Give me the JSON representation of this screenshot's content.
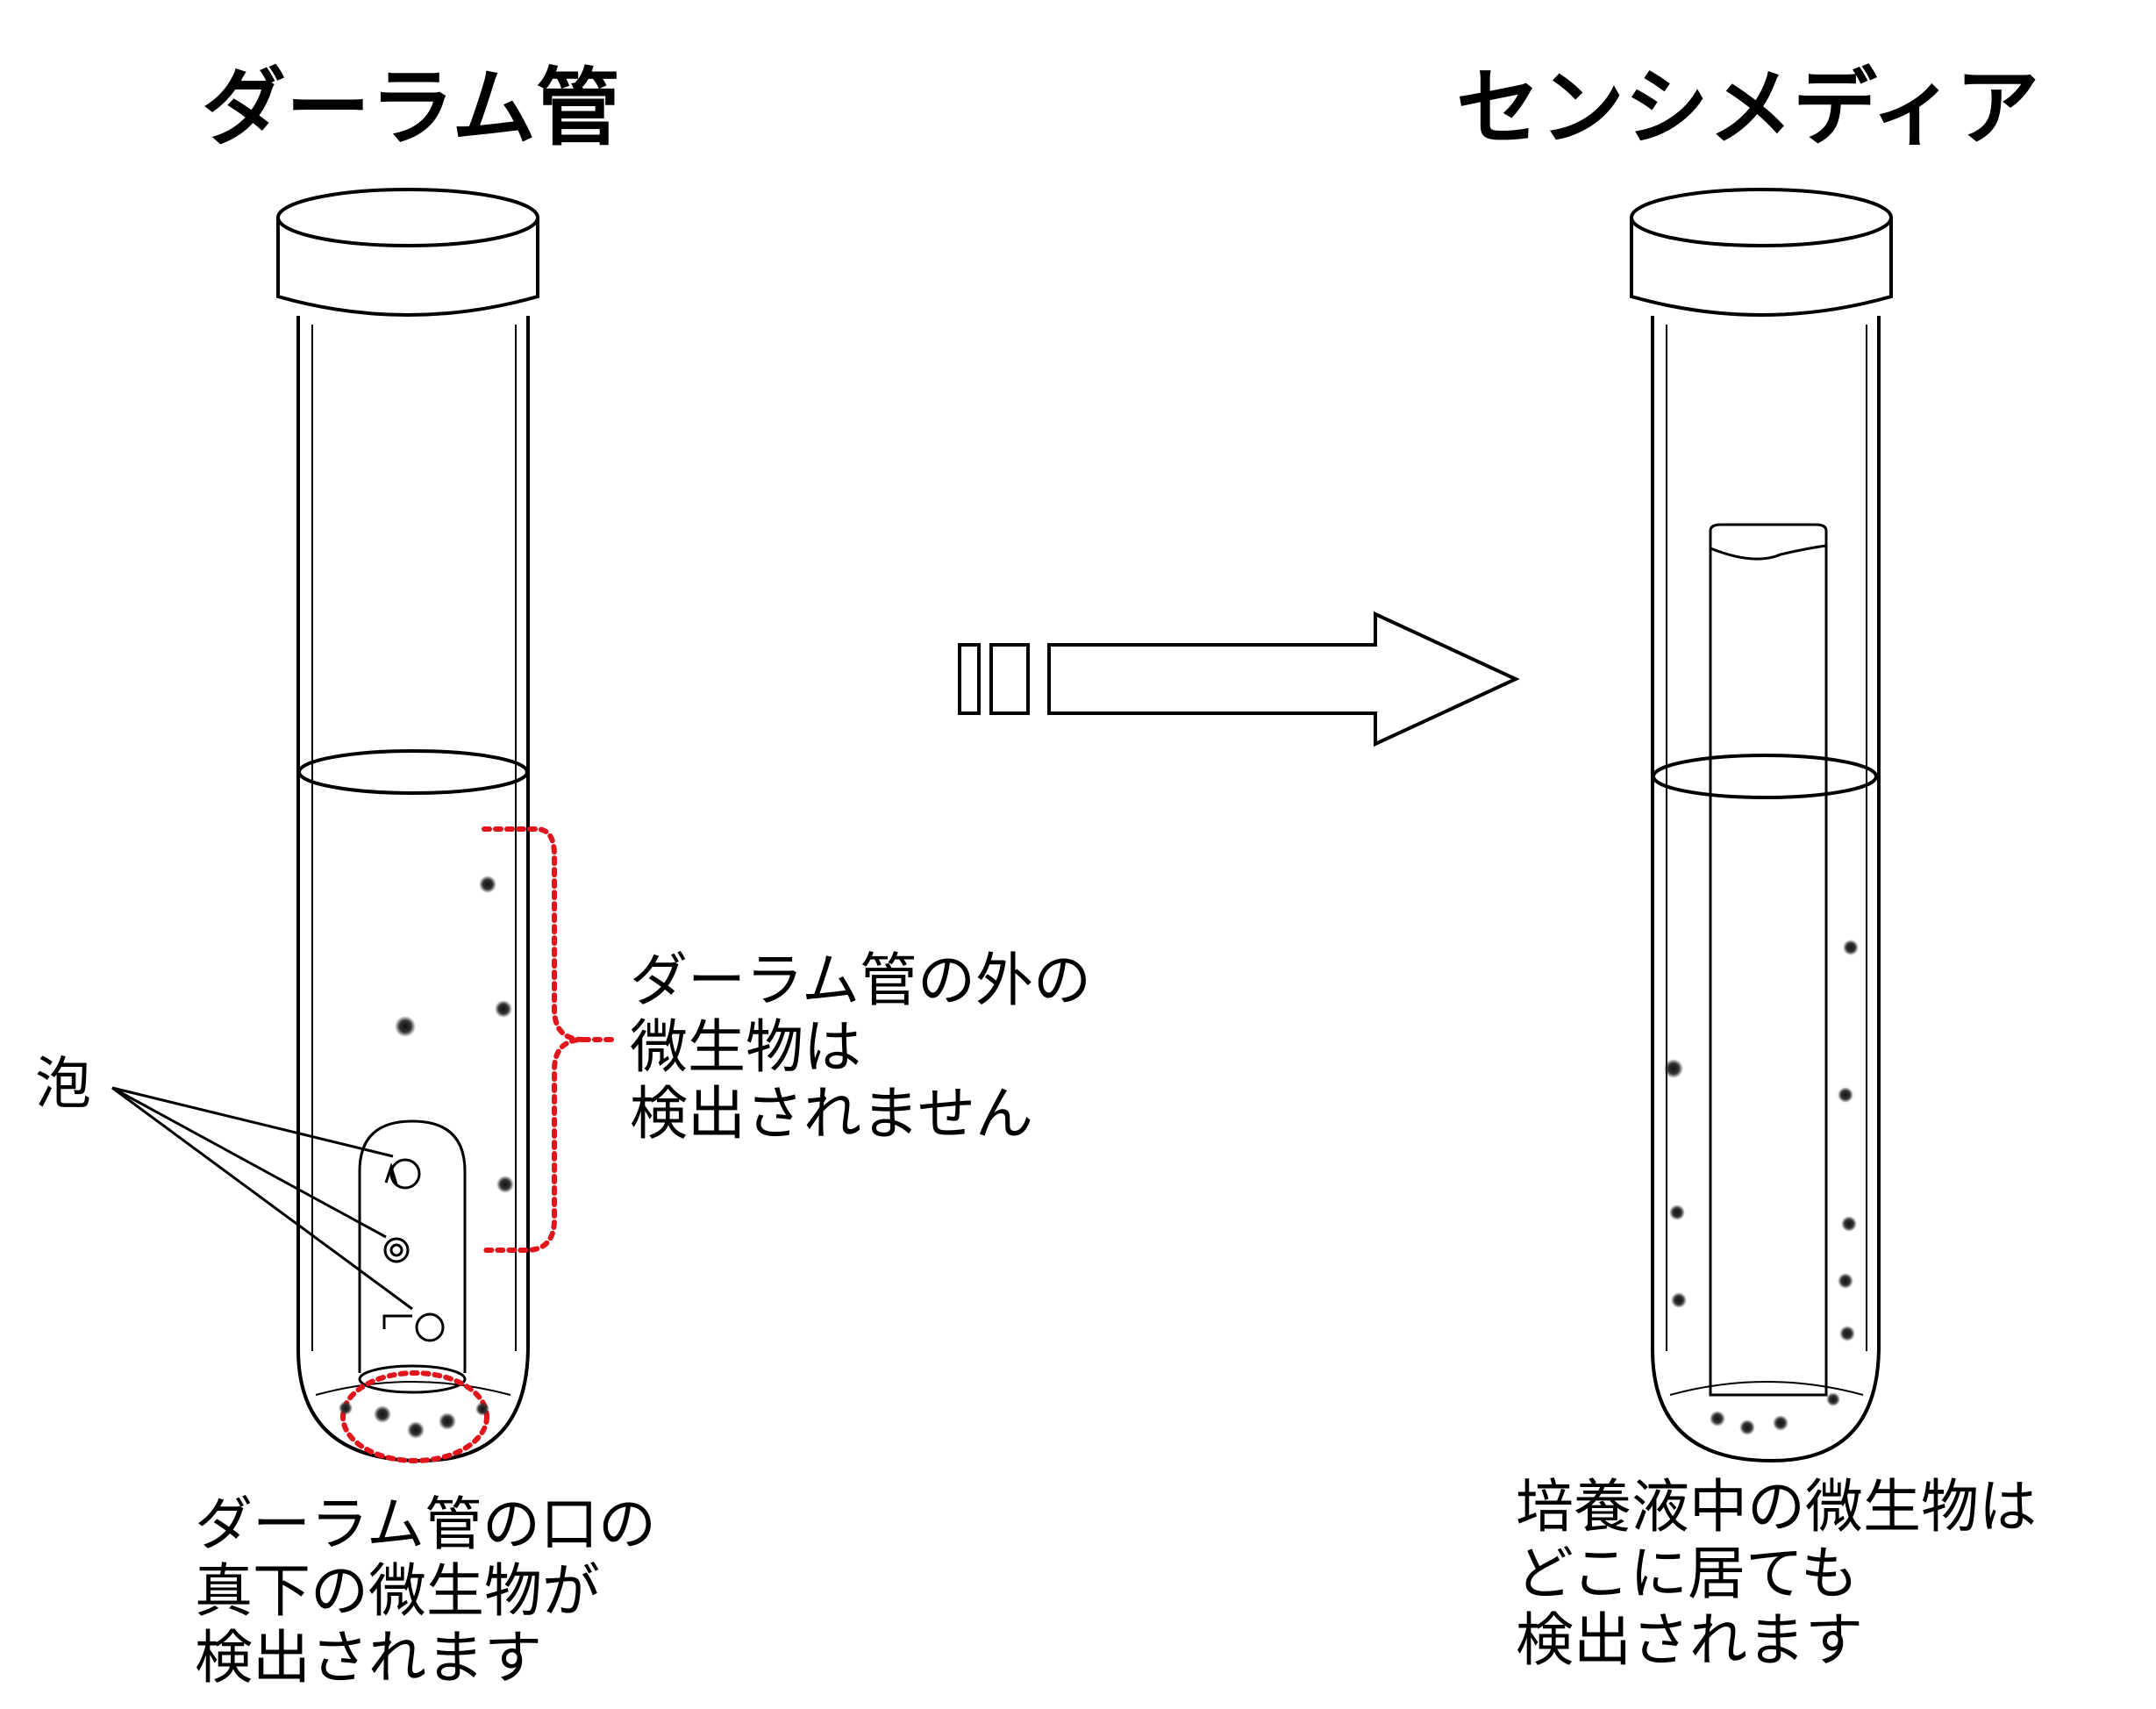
{
  "left": {
    "title": "ダーラム管",
    "bubble_label": "泡",
    "outside_note": [
      "ダーラム管の外の",
      "微生物は",
      "検出されません"
    ],
    "bottom_note": [
      "ダーラム管の口の",
      "真下の微生物が",
      "検出されます"
    ]
  },
  "right": {
    "title": "センシメディア",
    "bottom_note": [
      "培養液中の微生物は",
      "どこに居ても",
      "検出されます"
    ]
  },
  "colors": {
    "line": "#000000",
    "highlight": "#e0161c",
    "dot": "#222222"
  },
  "icons": [
    "test-tube-icon",
    "durham-tube-icon",
    "arrow-right-icon",
    "bubble-icon"
  ]
}
